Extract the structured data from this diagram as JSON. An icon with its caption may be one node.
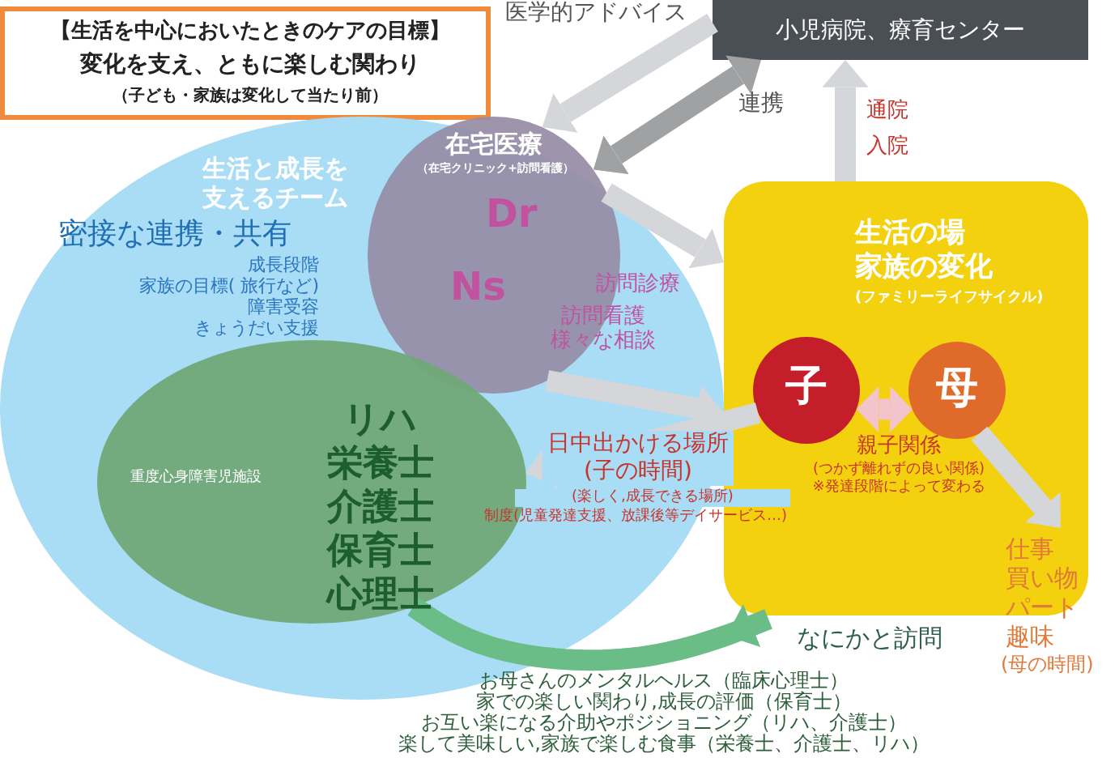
{
  "diagram": {
    "nodes": [
      {
        "text": [
          "【生活を中心においたときのケアの目標】",
          "変化を支え、ともに楽しむ関わり",
          "（子ども・家族は変化して当たり前）"
        ]
      },
      {
        "text": [
          "小児病院、療育センター"
        ]
      },
      {
        "text": [
          "生活と成長を支えるチーム",
          "密接な連携・共有",
          "成長段階",
          "家族の目標( 旅行など)",
          "障害受容",
          "きょうだい支援"
        ]
      },
      {
        "text": [
          "在宅医療",
          "（在宅クリニック+訪問看護）",
          "Dr",
          "Ns"
        ],
        "in": 2
      },
      {
        "text": [
          "重度心身障害児施設",
          "リハ",
          "栄養士",
          "介護士",
          "保育士",
          "心理士"
        ],
        "in": 2
      },
      {
        "text": [
          "生活の場",
          "家族の変化",
          "(ファミリーライフサイクル)",
          "親子関係",
          "(つかず離れずの良い関係)",
          "※発達段階によって変わる"
        ]
      },
      {
        "text": [
          "子"
        ],
        "in": 5
      },
      {
        "text": [
          "母"
        ],
        "in": 5
      },
      {
        "text": [
          "仕事",
          "買い物",
          "パート",
          "趣味",
          "(母の時間)"
        ]
      }
    ],
    "edges": [
      {
        "from": 1,
        "to": 3,
        "arrow": "to",
        "label": "医学的アドバイス"
      },
      {
        "from": 1,
        "to": 3,
        "arrow": "both",
        "label": "連携",
        "color": "#9fa1a3"
      },
      {
        "from": 5,
        "to": 1,
        "arrow": "to",
        "label": "通院入院"
      },
      {
        "from": 3,
        "to": 5,
        "arrow": "to",
        "label": "訪問診療"
      },
      {
        "from": 3,
        "to": 5,
        "arrow": "to",
        "label": "訪問看護様々な相談"
      },
      {
        "from": 6,
        "to": 4,
        "arrow": "to",
        "label": "日中出かける場所(子の時間)"
      },
      {
        "from": 6,
        "to": 7,
        "arrow": "both",
        "color": "#f4c4cc"
      },
      {
        "from": 7,
        "to": 8,
        "arrow": "to"
      },
      {
        "from": 4,
        "to": 5,
        "arrow": "to",
        "label": "なにかと訪問",
        "color": "#6bbd88"
      }
    ],
    "labels": [
      "(楽しく,成長できる場所)",
      "制度(児童発達支援、放課後等デイサービス…)",
      "お母さんのメンタルヘルス（臨床心理士）",
      "家での楽しい関わり,成長の評価（保育士）",
      "お互い楽になる介助やポジショニング（リハ、介護士）",
      "楽して美味しい,家族で楽しむ食事（栄養士、介護士、リハ）"
    ]
  }
}
